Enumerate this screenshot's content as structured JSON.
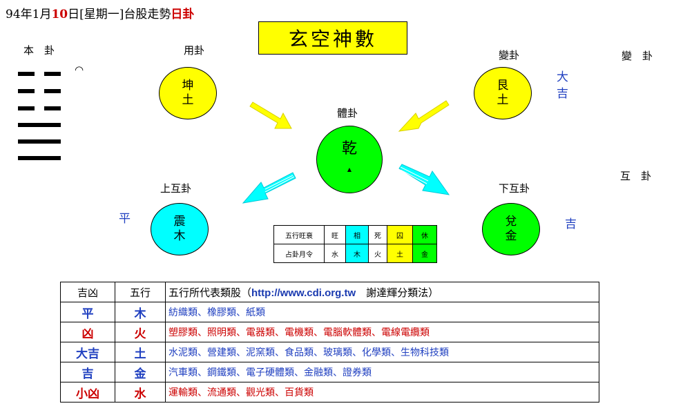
{
  "header": {
    "date_prefix": "94年1月",
    "date_day": "10",
    "date_mid": "日[星期一]台股走勢",
    "date_suffix": "日卦",
    "title": "玄空神數"
  },
  "labels": {
    "ben_gua": "本　卦",
    "yong_gua": "用卦",
    "bian_gua_center": "變卦",
    "bian_gua_right": "變　卦",
    "ti_gua": "體卦",
    "shang_hu_gua": "上互卦",
    "xia_hu_gua": "下互卦",
    "hu_gua_right": "互　卦",
    "moving_mark": "◠"
  },
  "circles": {
    "yong": {
      "line1": "坤",
      "line2": "土"
    },
    "bian": {
      "line1": "艮",
      "line2": "土"
    },
    "ti": {
      "line1": "乾",
      "line2": "▲"
    },
    "shang_hu": {
      "line1": "震",
      "line2": "木"
    },
    "xia_hu": {
      "line1": "兌",
      "line2": "金"
    }
  },
  "fortunes": {
    "bian": "大\n吉",
    "shang_hu": "平",
    "xia_hu": "吉"
  },
  "wuxing_table": {
    "row1": [
      "五行旺衰",
      "旺",
      "相",
      "死",
      "囚",
      "休"
    ],
    "row2": [
      "占卦月令",
      "水",
      "木",
      "火",
      "土",
      "金"
    ],
    "colors": [
      "#ffffff",
      "#ffffff",
      "#00ffff",
      "#ffffff",
      "#ffff00",
      "#00ff00"
    ]
  },
  "sector_table": {
    "headers": {
      "col1": "吉凶",
      "col2": "五行",
      "col3_prefix": "五行所代表類股（",
      "col3_url": "http://www.cdi.org.tw",
      "col3_suffix": "　謝達輝分類法）"
    },
    "rows": [
      {
        "fortune": "平",
        "element": "木",
        "sectors": "紡織類、橡膠類、紙類",
        "color": "#2040c0"
      },
      {
        "fortune": "凶",
        "element": "火",
        "sectors": "塑膠類、照明類、電器類、電機類、電腦軟體類、電線電纜類",
        "color": "#cc0000"
      },
      {
        "fortune": "大吉",
        "element": "土",
        "sectors": "水泥類、營建類、泥窯類、食品類、玻璃類、化學類、生物科技類",
        "color": "#2040c0"
      },
      {
        "fortune": "吉",
        "element": "金",
        "sectors": "汽車類、鋼鐵類、電子硬體類、金融類、證券類",
        "color": "#2040c0"
      },
      {
        "fortune": "小凶",
        "element": "水",
        "sectors": "運輸類、流通類、觀光類、百貨類",
        "color": "#cc0000"
      }
    ]
  },
  "hexagram": {
    "lines": [
      "broken",
      "broken",
      "broken",
      "solid",
      "solid",
      "solid"
    ]
  }
}
